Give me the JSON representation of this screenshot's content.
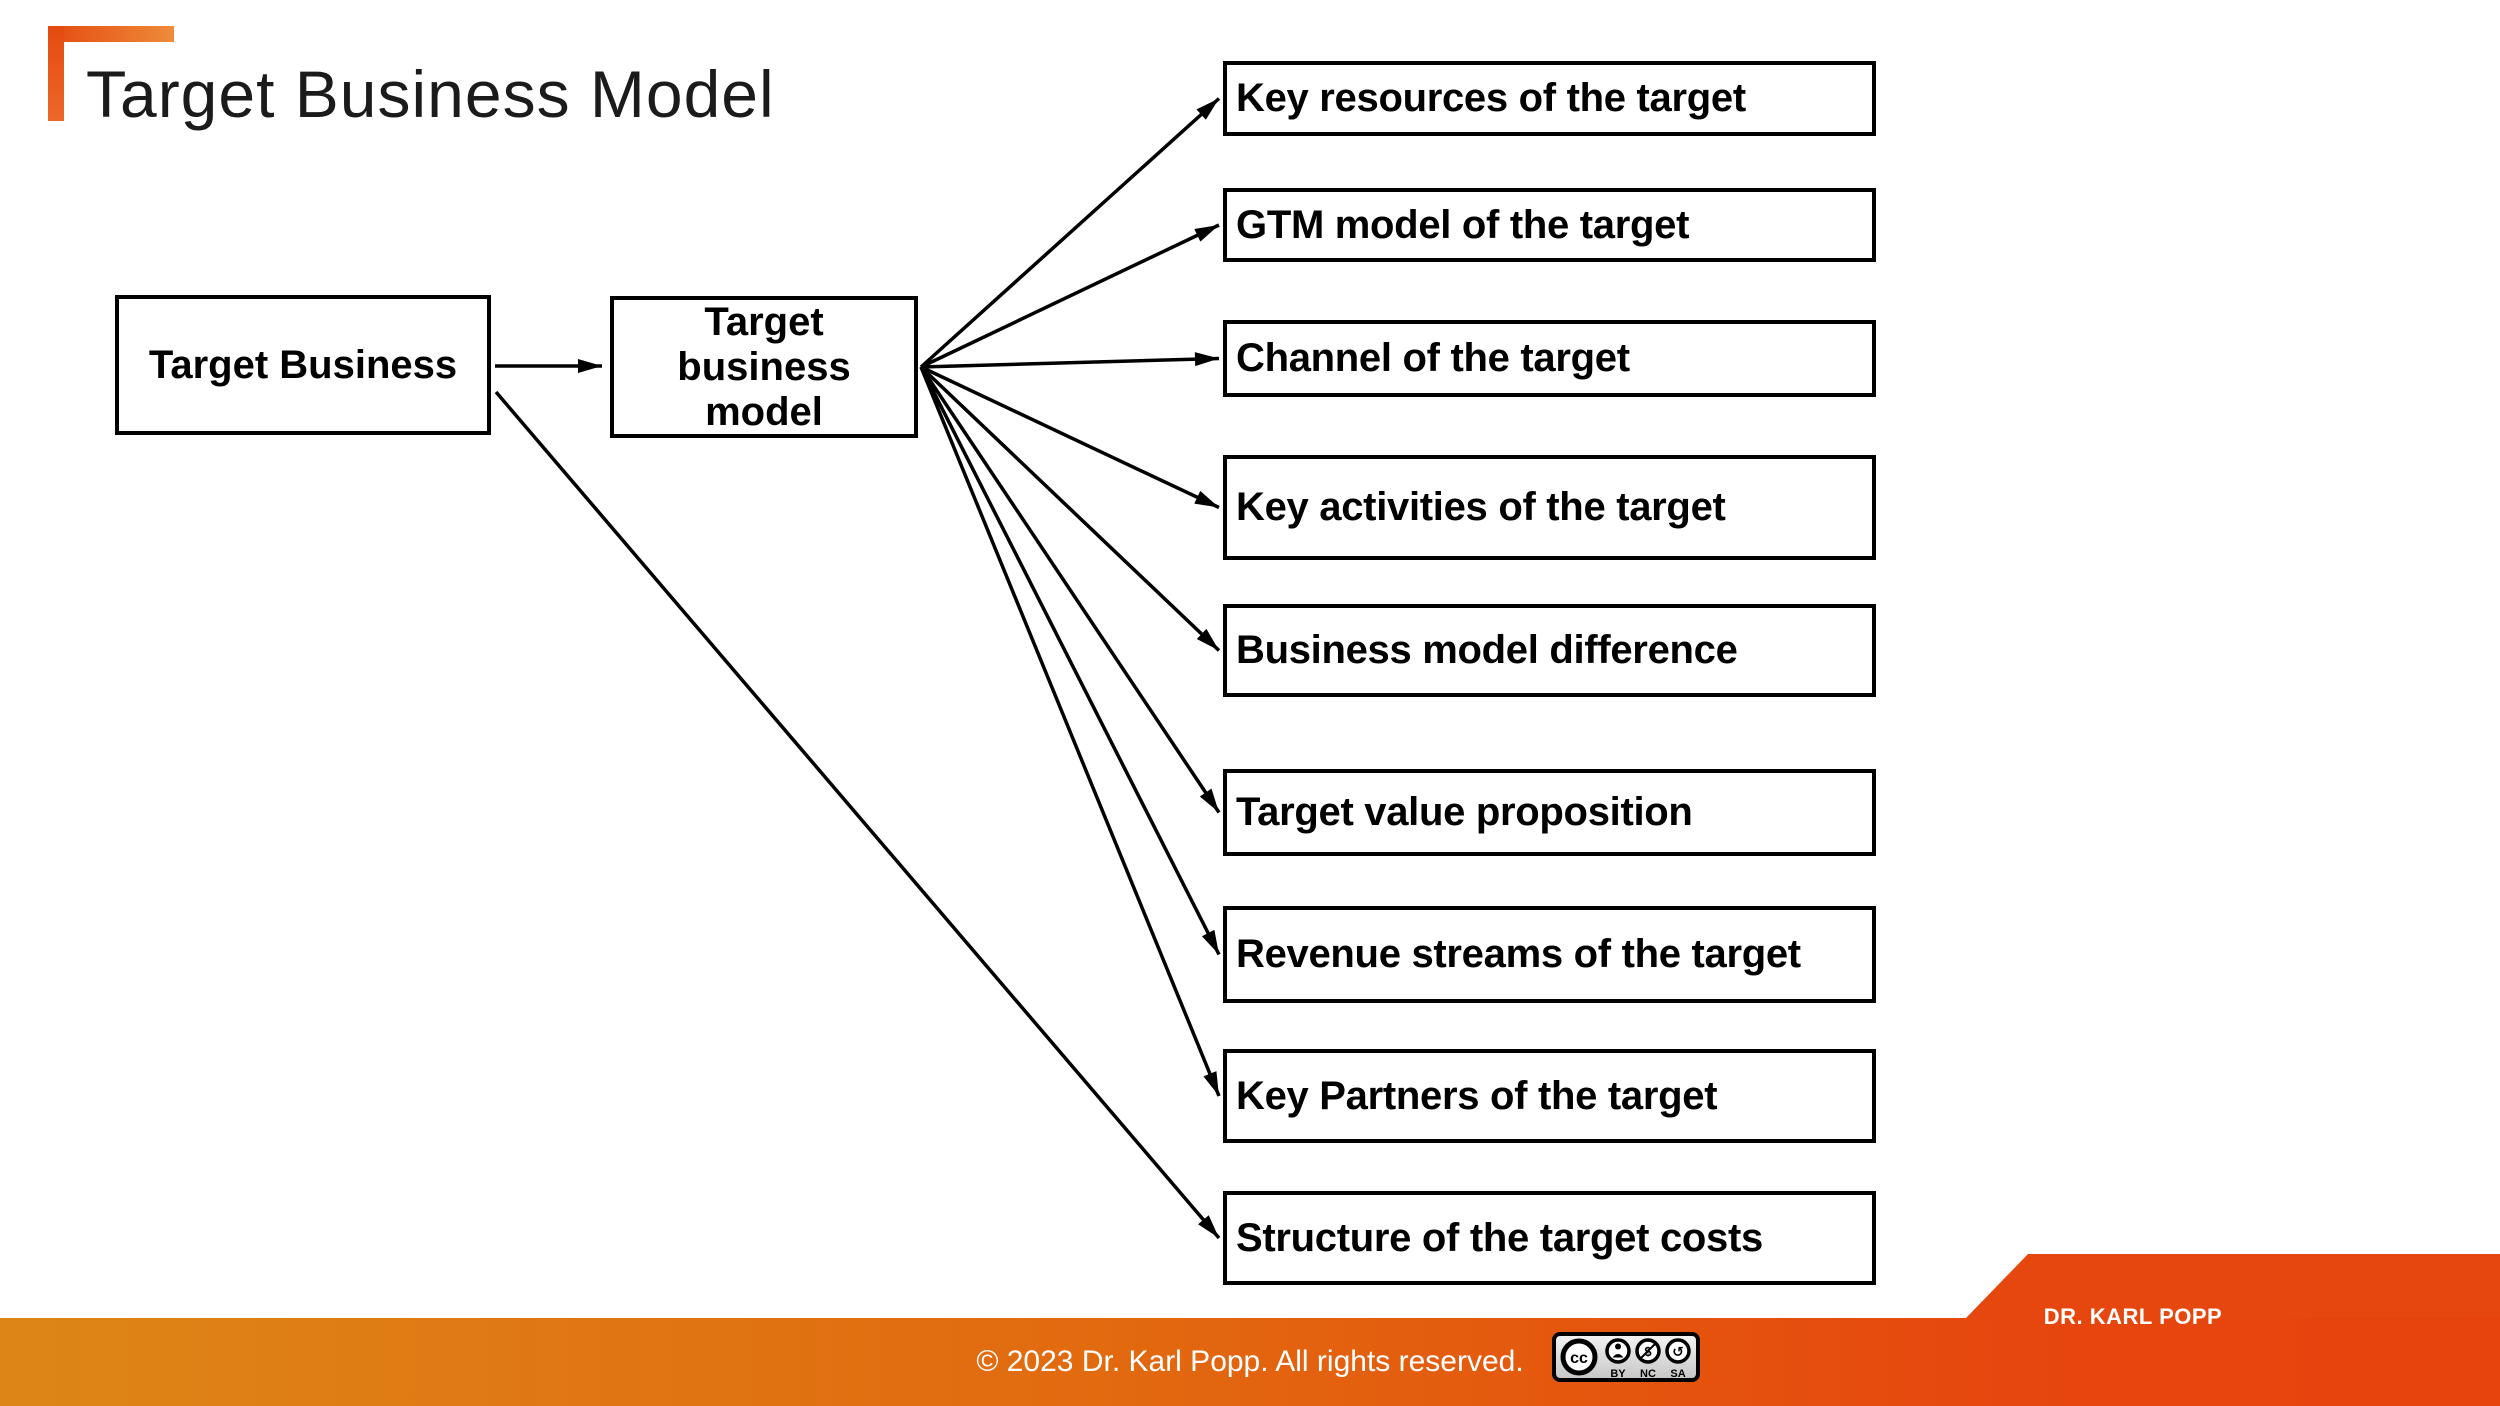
{
  "title": "Target Business Model",
  "diagram": {
    "source_label": "Target Business",
    "hub_label_lines": [
      "Target",
      "business",
      "model"
    ],
    "targets": [
      "Key resources of the target",
      "GTM model of the target",
      "Channel of the target",
      "Key activities of the target",
      "Business model difference",
      "Target value proposition",
      "Revenue streams of the target",
      "Key Partners of the target",
      "Structure of the  target costs"
    ]
  },
  "footer": {
    "copyright": "© 2023 Dr. Karl Popp. All rights reserved.",
    "author": "DR. KARL POPP",
    "license": {
      "cc": "cc",
      "items": [
        "BY",
        "NC",
        "SA"
      ],
      "nc_symbol": "$",
      "sa_symbol": "↺"
    }
  },
  "colors": {
    "accent_gradient_start": "#e44a10",
    "accent_gradient_end": "#ef8b3a",
    "footer_gradient_start": "#dd8617",
    "footer_gradient_end": "#e6430d",
    "footer_wedge": "#e6470e",
    "box_border": "#000000",
    "text": "#000000",
    "footer_text": "#ffffff"
  }
}
